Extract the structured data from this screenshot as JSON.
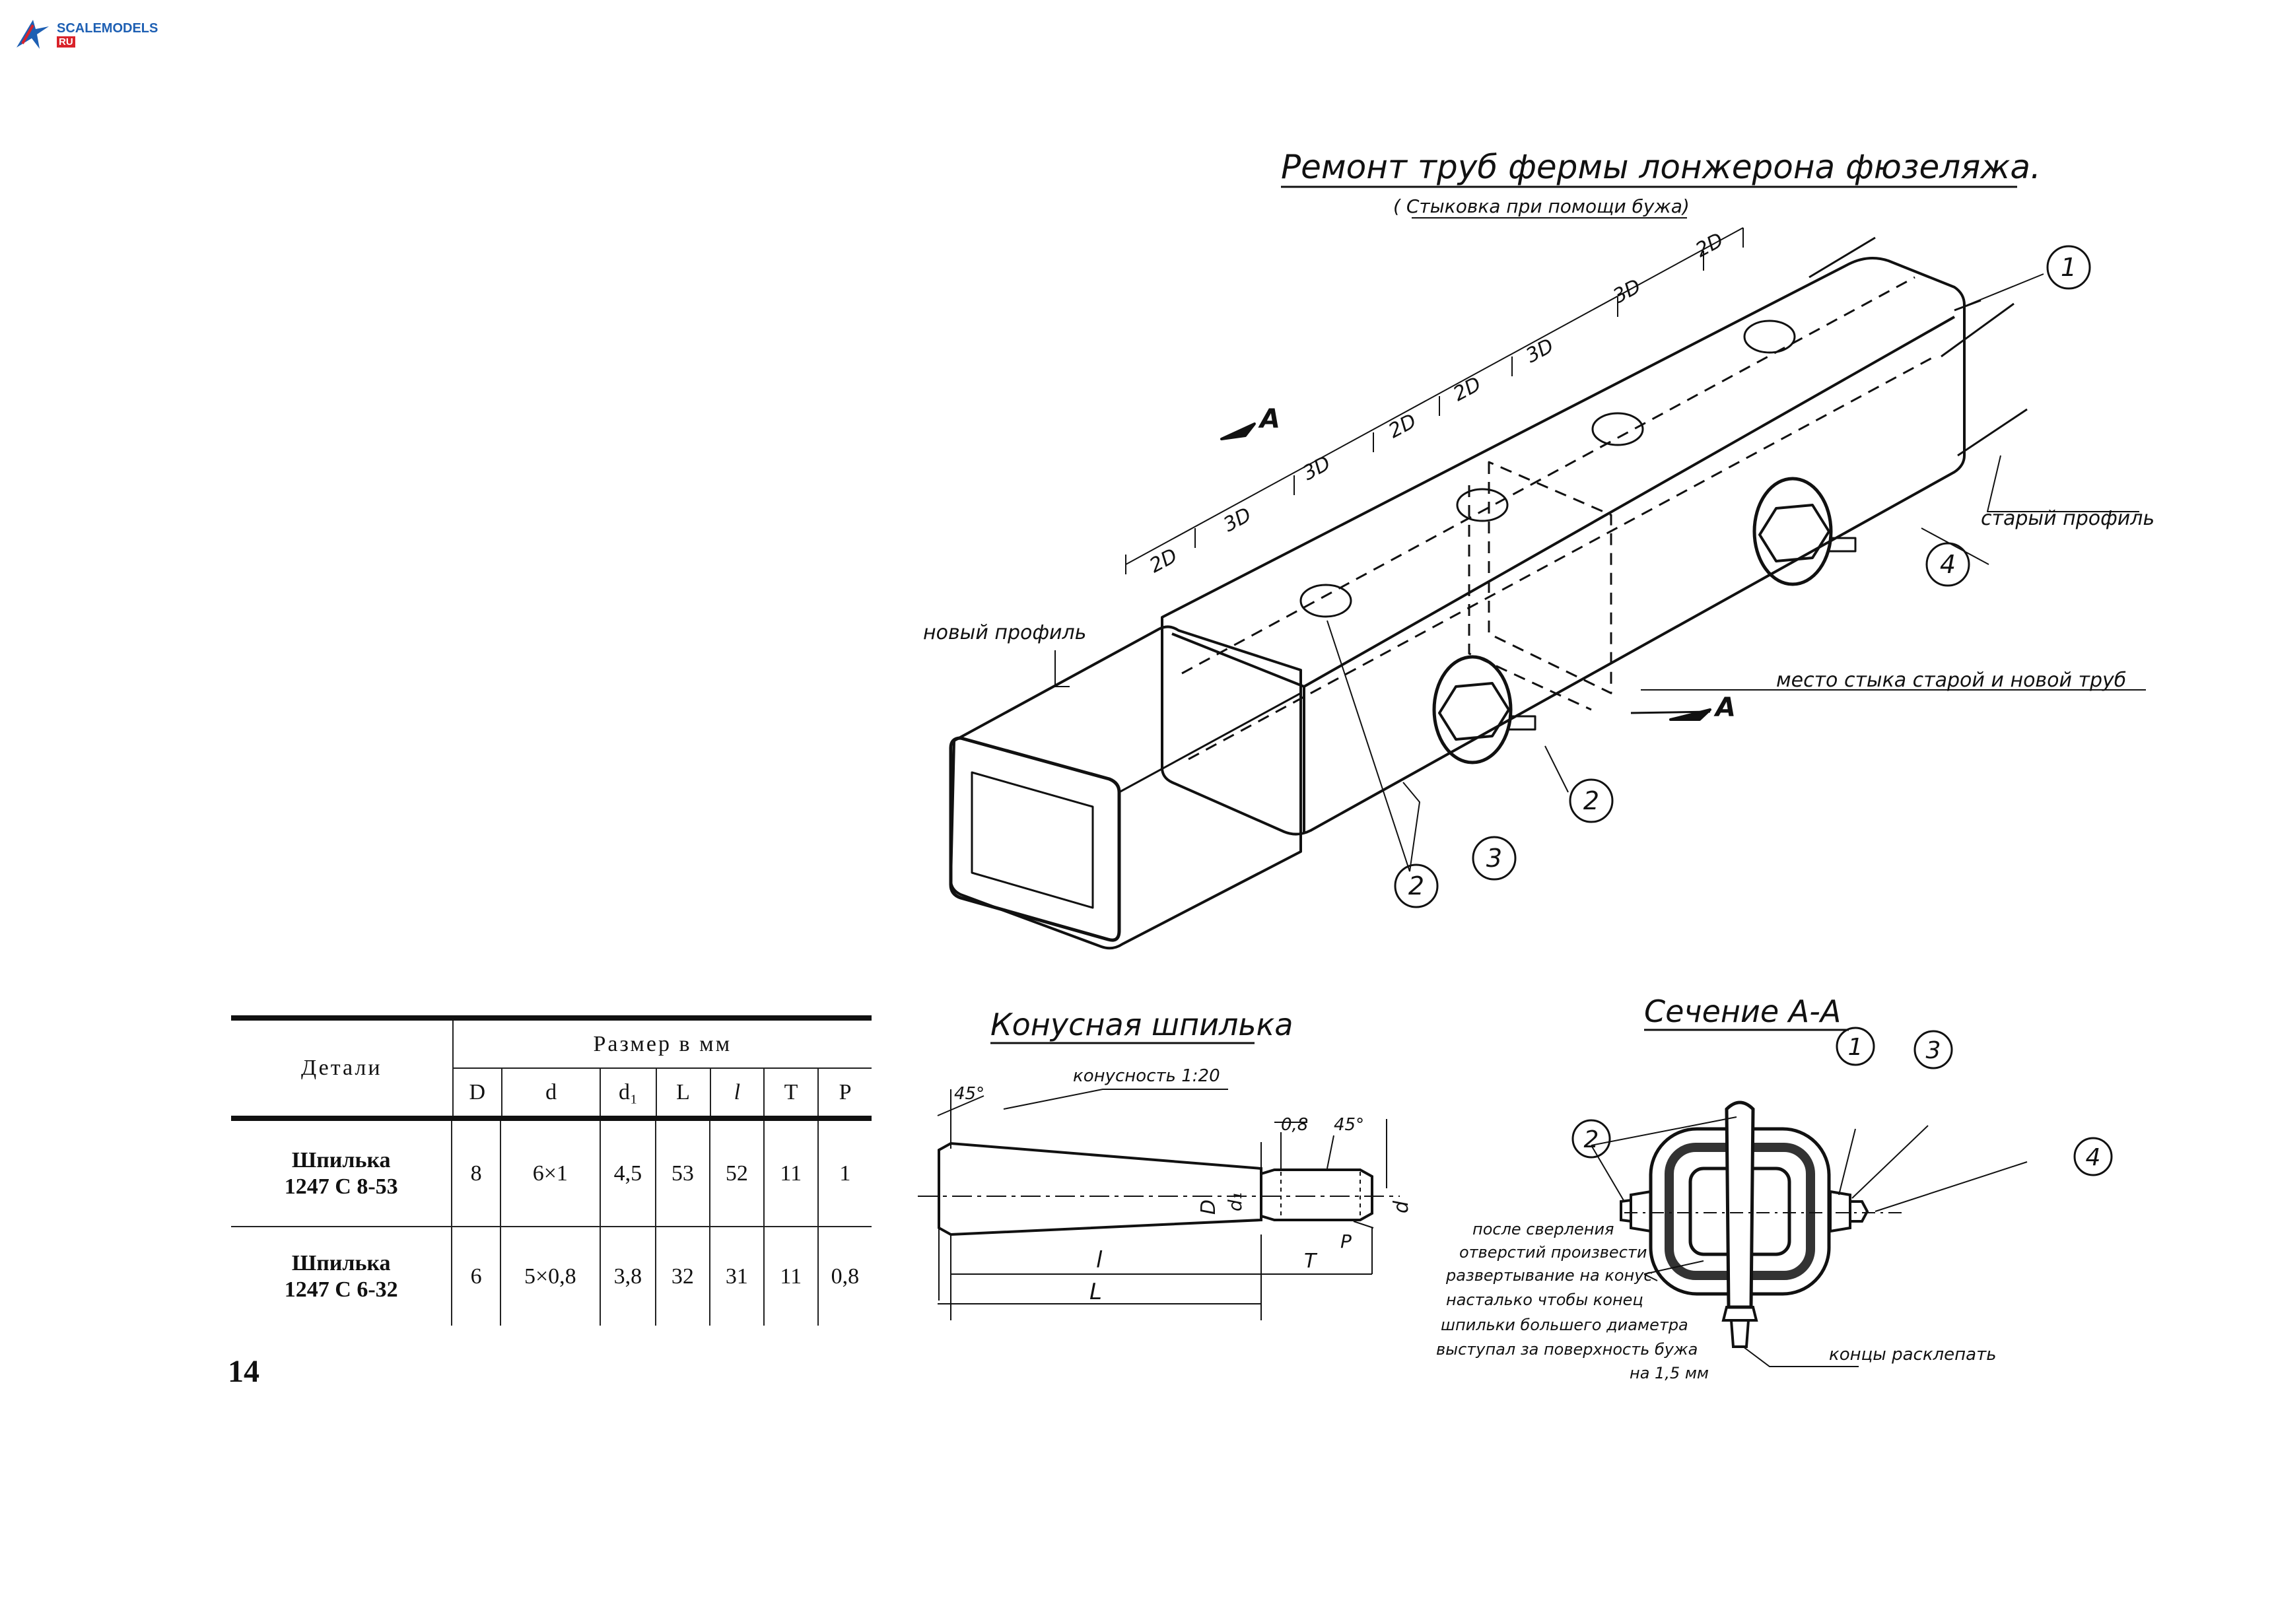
{
  "logo": {
    "text": "SCALEMODELS",
    "suffix": "RU"
  },
  "page_number": "14",
  "main_drawing": {
    "title": "Ремонт труб фермы лонжерона фюзеляжа.",
    "subtitle": "( Стыковка при помощи бужа)",
    "section_marker": "A",
    "dim_labels": [
      "2D",
      "3D",
      "3D",
      "2D",
      "2D",
      "3D",
      "3D",
      "2D"
    ],
    "callouts": [
      "1",
      "2",
      "2",
      "3",
      "4"
    ],
    "label_old_profile": "старый профиль",
    "label_new_profile": "новый профиль",
    "label_joint": "место стыка старой и новой труб"
  },
  "pin_drawing": {
    "title": "Конусная шпилька",
    "taper_label": "конусность 1:20",
    "angle_left": "45°",
    "angle_right": "45°",
    "dim_08": "0,8",
    "dim_D": "D",
    "dim_d1": "d₁",
    "dim_d": "d",
    "dim_P": "P",
    "dim_l": "l",
    "dim_T": "T",
    "dim_L": "L"
  },
  "section_drawing": {
    "title": "Сечение А-А",
    "callouts": [
      "1",
      "2",
      "3",
      "4"
    ],
    "note_lines": [
      "после сверления",
      "отверстий произвести",
      "развертывание на конус",
      "насталько чтобы конец",
      "шпильки большего диаметра",
      "выступал за поверхность бужа",
      "на 1,5 мм"
    ],
    "label_ends": "концы расклепать"
  },
  "table": {
    "col_parts": "Детали",
    "col_size": "Размер в мм",
    "subheaders": [
      "D",
      "d",
      "d₁",
      "L",
      "l",
      "T",
      "P"
    ],
    "rows": [
      {
        "name": "Шпилька",
        "code": "1247 С 8-53",
        "values": [
          "8",
          "6×1",
          "4,5",
          "53",
          "52",
          "11",
          "1"
        ]
      },
      {
        "name": "Шпилька",
        "code": "1247 С 6-32",
        "values": [
          "6",
          "5×0,8",
          "3,8",
          "32",
          "31",
          "11",
          "0,8"
        ]
      }
    ]
  }
}
